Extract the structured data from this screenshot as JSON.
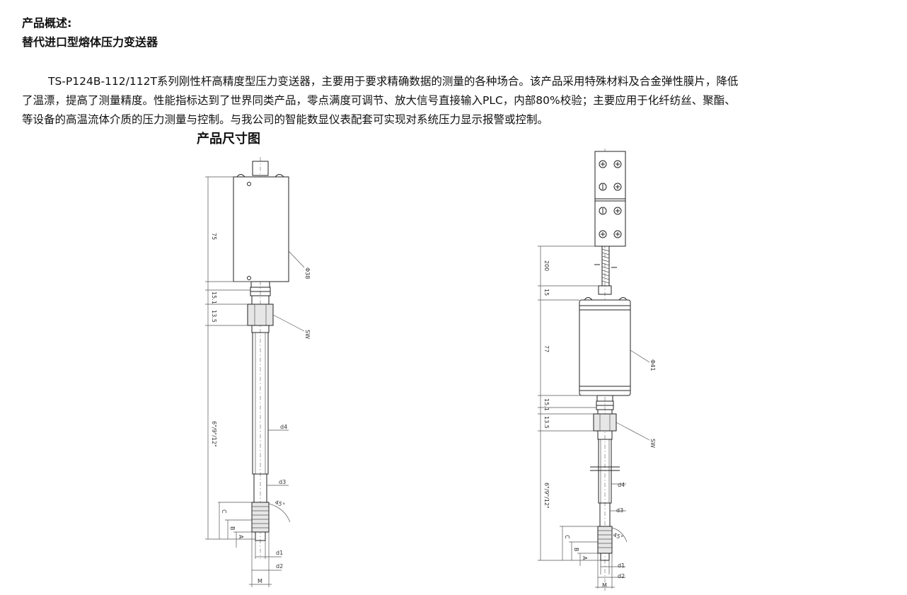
{
  "overview": {
    "label": "产品概述:",
    "title": "替代进口型熔体压力变送器"
  },
  "description": {
    "lines": [
      "TS-P124B-112/112T系列刚性杆高精度型压力变送器，主要用于要求精确数据的测量的各种场合。该产品采用特殊材料及合金弹性膜片，降低",
      "了温漂，提高了测量精度。性能指标达到了世界同类产品，零点满度可调节、放大信号直接输入PLC，内部80%校验；主要应用于化纤纺丝、聚酯、",
      "等设备的高温流体介质的压力测量与控制。与我公司的智能数显仪表配套可实现对系统压力显示报警或控制。"
    ]
  },
  "dimension_section": {
    "heading": "产品尺寸图"
  },
  "drawing_left": {
    "dim_75": "75",
    "dim_15_1": "15.1",
    "dim_13_5": "13.5",
    "dim_length": "6\"/9\"/12\"",
    "dia_body": "Φ38",
    "sw": "SW",
    "d4": "d4",
    "d3": "d3",
    "angle": "45°",
    "c": "C",
    "b": "B",
    "a": "A",
    "d1": "d1",
    "d2": "d2",
    "m": "M"
  },
  "drawing_right": {
    "dim_200": "200",
    "dim_15": "15",
    "dim_77": "77",
    "dim_15_1": "15.1",
    "dim_13_5": "13.5",
    "dim_length": "6\"/9\"/12\"",
    "dia_body": "Φ41",
    "sw": "SW",
    "d4": "d4",
    "d3": "d3",
    "angle": "45°",
    "c": "C",
    "b": "B",
    "a": "A",
    "d1": "d1",
    "d2": "d2",
    "m": "M"
  },
  "icons": [
    "terminal-screw-icon"
  ]
}
